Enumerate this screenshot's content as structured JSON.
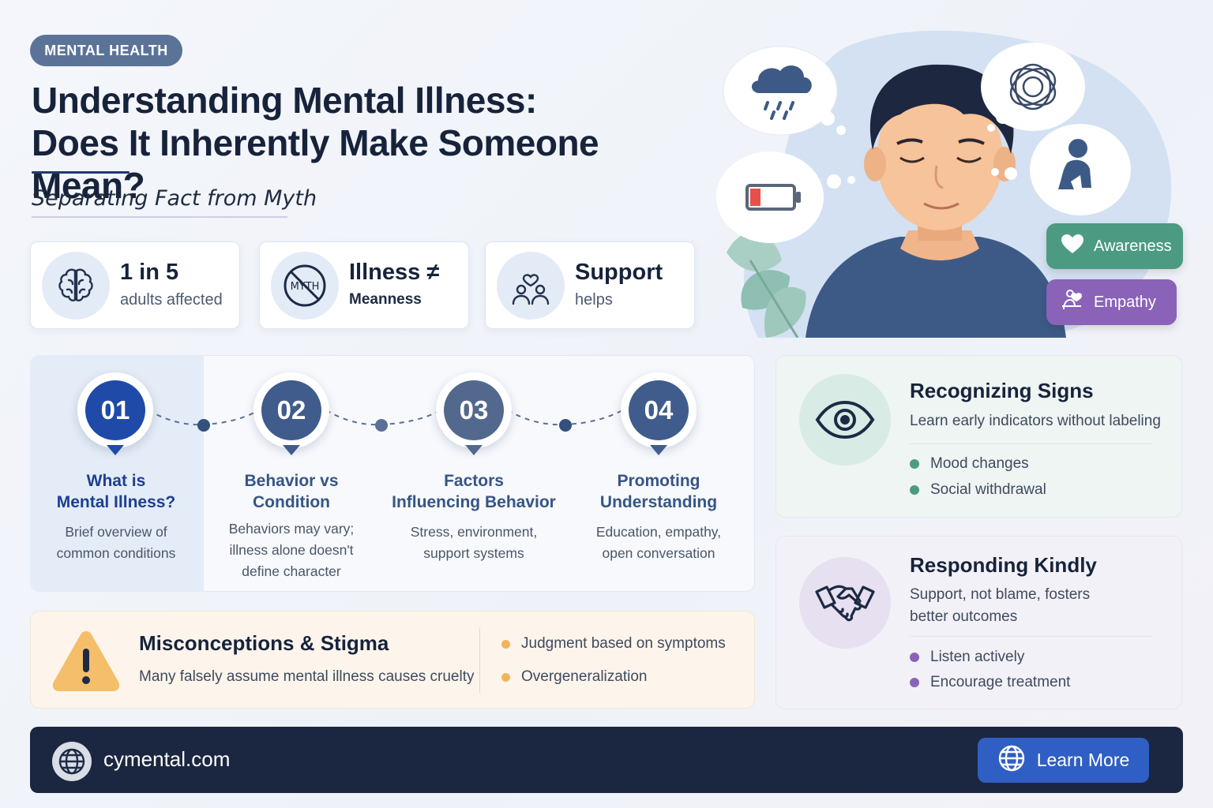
{
  "header": {
    "tag": "MENTAL HEALTH",
    "title_line1": "Understanding Mental Illness:",
    "title_line2": "Does It Inherently Make Someone Mean?",
    "subtitle": "Separating Fact from Myth"
  },
  "stats": [
    {
      "big": "1 in 5",
      "small": "adults affected",
      "icon": "brain-icon"
    },
    {
      "big": "Illness ≠",
      "small": "Meanness",
      "icon": "myth-icon",
      "icon_text": "MYTH"
    },
    {
      "big": "Support",
      "small": "helps",
      "icon": "people-heart-icon"
    }
  ],
  "chips": [
    {
      "label": "Awareness",
      "icon": "heart-icon",
      "color": "#4c9a82"
    },
    {
      "label": "Empathy",
      "icon": "empathy-icon",
      "color": "#8a63b8"
    }
  ],
  "steps": [
    {
      "num": "01",
      "title_l1": "What is",
      "title_l2": "Mental Illness?",
      "desc_l1": "Brief overview of",
      "desc_l2": "common conditions",
      "desc_l3": ""
    },
    {
      "num": "02",
      "title_l1": "Behavior vs",
      "title_l2": "Condition",
      "desc_l1": "Behaviors may vary;",
      "desc_l2": "illness alone doesn't",
      "desc_l3": "define character"
    },
    {
      "num": "03",
      "title_l1": "Factors",
      "title_l2": "Influencing Behavior",
      "desc_l1": "Stress, environment,",
      "desc_l2": "support systems",
      "desc_l3": ""
    },
    {
      "num": "04",
      "title_l1": "Promoting",
      "title_l2": "Understanding",
      "desc_l1": "Education, empathy,",
      "desc_l2": "open conversation",
      "desc_l3": ""
    }
  ],
  "misconceptions": {
    "title": "Misconceptions & Stigma",
    "desc": "Many falsely assume mental illness causes cruelty",
    "bullets": [
      "Judgment based on symptoms",
      "Overgeneralization"
    ]
  },
  "recognizing": {
    "title": "Recognizing Signs",
    "desc": "Learn early indicators without labeling",
    "bullets": [
      "Mood changes",
      "Social withdrawal"
    ]
  },
  "responding": {
    "title": "Responding Kindly",
    "desc_l1": "Support, not blame, fosters",
    "desc_l2": "better outcomes",
    "bullets": [
      "Listen actively",
      "Encourage treatment"
    ]
  },
  "footer": {
    "site": "cymental.com",
    "button": "Learn More"
  },
  "colors": {
    "navy": "#1b2740",
    "accent_blue": "#2f5fc4",
    "green": "#4c9a82",
    "purple": "#8a63b8",
    "orange": "#f2b45a"
  }
}
